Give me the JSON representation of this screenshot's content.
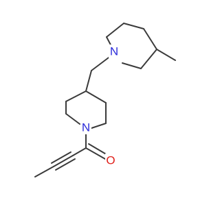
{
  "molecule": {
    "atoms": {
      "n_top": "N",
      "n_bottom": "N",
      "o_carbonyl": "O"
    },
    "colors": {
      "bond": "#3a3a3a",
      "nitrogen": "#2b2bd9",
      "oxygen": "#e0201b"
    }
  }
}
